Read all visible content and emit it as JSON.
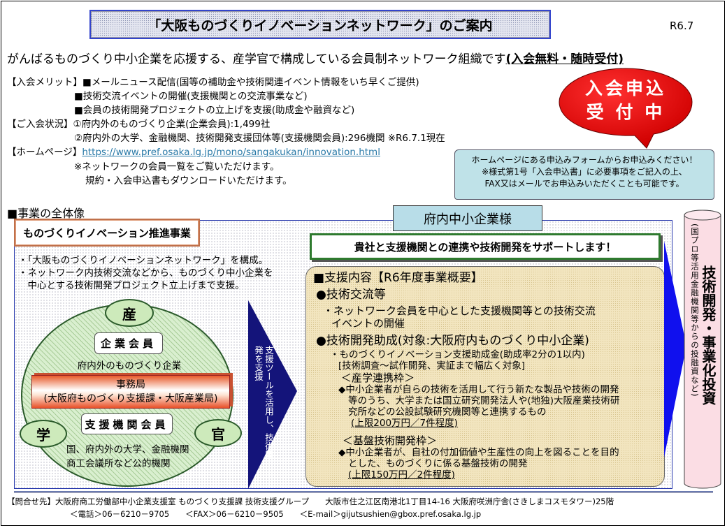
{
  "header": {
    "title": "「大阪ものづくりイノベーションネットワーク」のご案内",
    "revision": "R6.7",
    "lead": "がんばるものづくり中小企業を応援する、産学官で構成している会員制ネットワーク組織です",
    "lead_note": "(入会無料・随時受付)"
  },
  "info": {
    "merit_label": "【入会メリット】",
    "merits": [
      "■メールニュース配信(国等の補助金や技術関連イベント情報をいち早くご提供)",
      "■技術交流イベントの開催(支援機関との交流事業など)",
      "■会員の技術開発プロジェクトの立上げを支援(助成金や融資など)"
    ],
    "status_label": "【ご入会状況】",
    "status": [
      "①府内外のものづくり企業(企業会員):1,499社",
      "②府内外の大学、金融機関、技術開発支援団体等(支援機関会員):296機関 ※R6.7.1現在"
    ],
    "homepage_label": "【ホームページ】",
    "homepage_url": "https://www.pref.osaka.lg.jp/mono/sangakukan/innovation.html",
    "homepage_notes": [
      "※ネットワークの会員一覧をご覧いただけます。",
      "規約・入会申込書もダウンロードいただけます。"
    ]
  },
  "callout": {
    "line1": "入会申込",
    "line2": "受 付 中",
    "accent": "#e00000"
  },
  "scroll": {
    "lines": [
      "ホームページにある申込みフォームからお申込みください！",
      "※様式第1号「入会申込書」に必要事項をご記入の上、",
      "FAX又はメールでお申込みいただくことも可能です。"
    ]
  },
  "overview": {
    "heading": "■事業の全体像",
    "promo_title": "ものづくりイノベーション推進事業",
    "bullets": [
      "・「大阪ものづくりイノベーションネットワーク」を構成。",
      "・ネットワーク内技術交流などから、ものづくり中小企業を",
      "　中心とする技術開発プロジェクト立上げまで支援。"
    ],
    "circle": {
      "industry": "産",
      "academia": "学",
      "government": "官",
      "company_members": "企業会員",
      "company_desc": "府内外のものづくり企業",
      "office_title": "事務局",
      "office_desc": "(大阪府ものづくり支援課・大阪産業局)",
      "support_members": "支援機関会員",
      "support_desc1": "国、府内外の大学、金融機関",
      "support_desc2": "商工会議所など公的機関"
    },
    "arrow_text": "支援ツールを活用し、技術開発を支援",
    "sme_label": "府内中小企業様",
    "slogan": "貴社と支援機関との連携や技術開発をサポートします！",
    "support": {
      "heading": "■支援内容【R6年度事業概要】",
      "exchange_title": "●技術交流等",
      "exchange_desc1": "・ネットワーク会員を中心とした支援機関等との技術交流",
      "exchange_desc2": "イベントの開催",
      "grant_title": "●技術開発助成(対象:大阪府内ものづくり中小企業)",
      "grant_name": "・ものづくりイノベーション支援助成金(助成率2分の1以内)",
      "grant_scope": "[技術調査～試作開発、実証まで幅広く対象]",
      "frame1_title": "＜産学連携枠＞",
      "frame1_lines": [
        "◆中小企業者が自らの技術を活用して行う新たな製品や技術の開発",
        "等のうち、大学または国立研究開発法人や(地独)大阪産業技術研",
        "究所などの公設試験研究機関等と連携するもの"
      ],
      "frame1_limit": "(上限200万円／7件程度)",
      "frame2_title": "＜基盤技術開発枠＞",
      "frame2_lines": [
        "◆中小企業者が、自社の付加価値や生産性の向上を図ることを目的",
        "とした、ものづくりに係る基盤技術の開発"
      ],
      "frame2_limit": "(上限150万円／2件程度)"
    },
    "investment_main": "技術開発・事業化投資",
    "investment_sub": "(国プロ等活用金融機関等からの投融資など)"
  },
  "footer": {
    "contact": "【問合せ先】大阪府商工労働部中小企業支援室 ものづくり支援課 技術支援グループ　　大阪市住之江区南港北1丁目14-16 大阪府咲洲庁舎(さきしまコスモタワー)25階",
    "phone": "＜電話＞06－6210－9705",
    "fax": "＜FAX＞06－6210－9505",
    "email": "＜E-mail＞gijutsushien@gbox.pref.osaka.lg.jp"
  }
}
